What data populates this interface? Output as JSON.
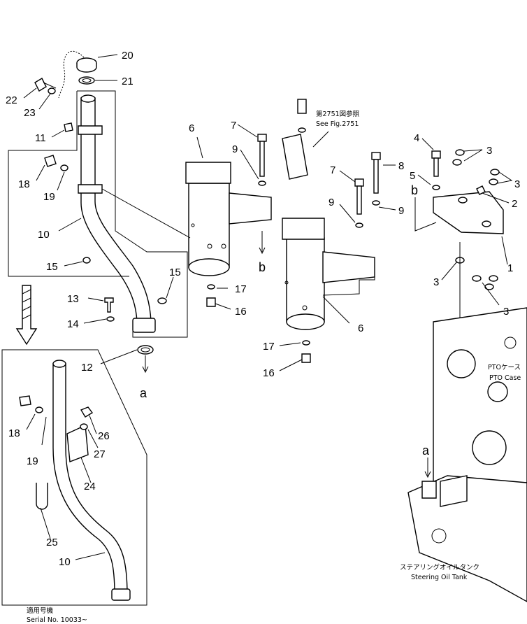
{
  "callouts": {
    "c20": "20",
    "c21": "21",
    "c22": "22",
    "c23": "23",
    "c11": "11",
    "c18a": "18",
    "c19a": "19",
    "c10a": "10",
    "c15a": "15",
    "c15b": "15",
    "c13": "13",
    "c14": "14",
    "c12": "12",
    "ca1": "a",
    "c6a": "6",
    "c7a": "7",
    "c9a": "9",
    "cb1": "b",
    "c17a": "17",
    "c16a": "16",
    "c7b": "7",
    "c8": "8",
    "c9b": "9",
    "c9c": "9",
    "c6b": "6",
    "c17b": "17",
    "c16b": "16",
    "c4": "4",
    "c3a": "3",
    "c5": "5",
    "c3b": "3",
    "cb2": "b",
    "c2": "2",
    "c1": "1",
    "c3c": "3",
    "c3d": "3",
    "c18b": "18",
    "c19b": "19",
    "c26": "26",
    "c27": "27",
    "c24": "24",
    "c25": "25",
    "c10b": "10",
    "ca2": "a"
  },
  "notes": {
    "see_fig_jp": "第2751図参照",
    "see_fig_en": "See Fig.2751",
    "pto_case_jp": "PTOケース",
    "pto_case_en": "PTO Case",
    "steering_tank_jp": "ステアリングオイルタンク",
    "steering_tank_en": "Steering Oil Tank",
    "serial_jp": "適用号機",
    "serial_en": "Serial No. 10033~"
  }
}
